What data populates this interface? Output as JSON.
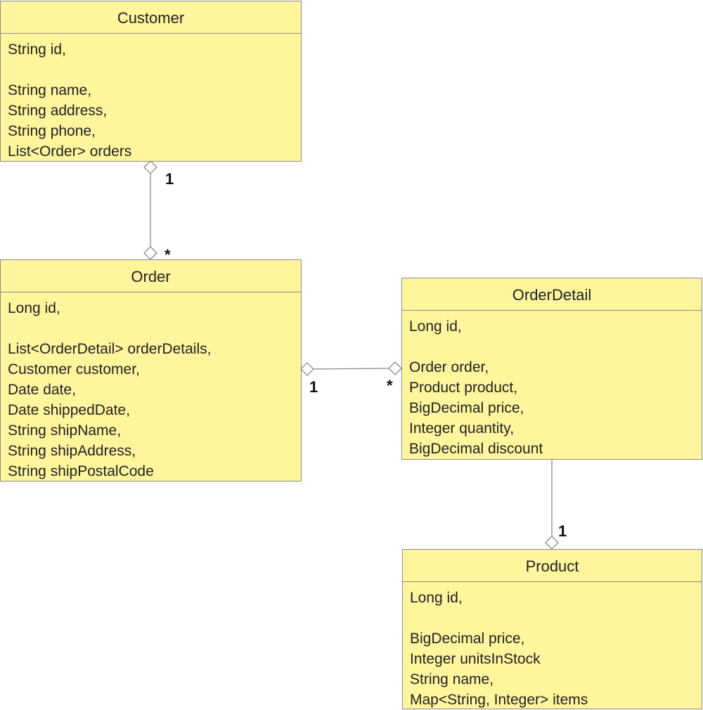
{
  "classes": {
    "customer": {
      "name": "Customer",
      "fields": [
        "String id,",
        "",
        "String name,",
        "String address,",
        "String phone,",
        "List<Order> orders"
      ]
    },
    "order": {
      "name": "Order",
      "fields": [
        "Long id,",
        "",
        "List<OrderDetail> orderDetails,",
        "Customer customer,",
        "Date date,",
        "Date shippedDate,",
        "String shipName,",
        "String shipAddress,",
        "String shipPostalCode"
      ]
    },
    "order_detail": {
      "name": "OrderDetail",
      "fields": [
        "Long id,",
        "",
        "Order order,",
        "Product product,",
        "BigDecimal price,",
        "Integer quantity,",
        "BigDecimal discount"
      ]
    },
    "product": {
      "name": "Product",
      "fields": [
        "Long id,",
        "",
        "BigDecimal price,",
        "Integer unitsInStock",
        "String name,",
        "Map<String, Integer> items"
      ]
    }
  },
  "associations": {
    "customer_order": {
      "source_multiplicity": "1",
      "target_multiplicity": "*"
    },
    "order_orderdetail": {
      "source_multiplicity": "1",
      "target_multiplicity": "*"
    },
    "orderdetail_product": {
      "target_multiplicity": "1"
    }
  },
  "colors": {
    "class_fill": "#fff59d",
    "border": "#8a8a8a",
    "connector": "#8a8a8a"
  }
}
